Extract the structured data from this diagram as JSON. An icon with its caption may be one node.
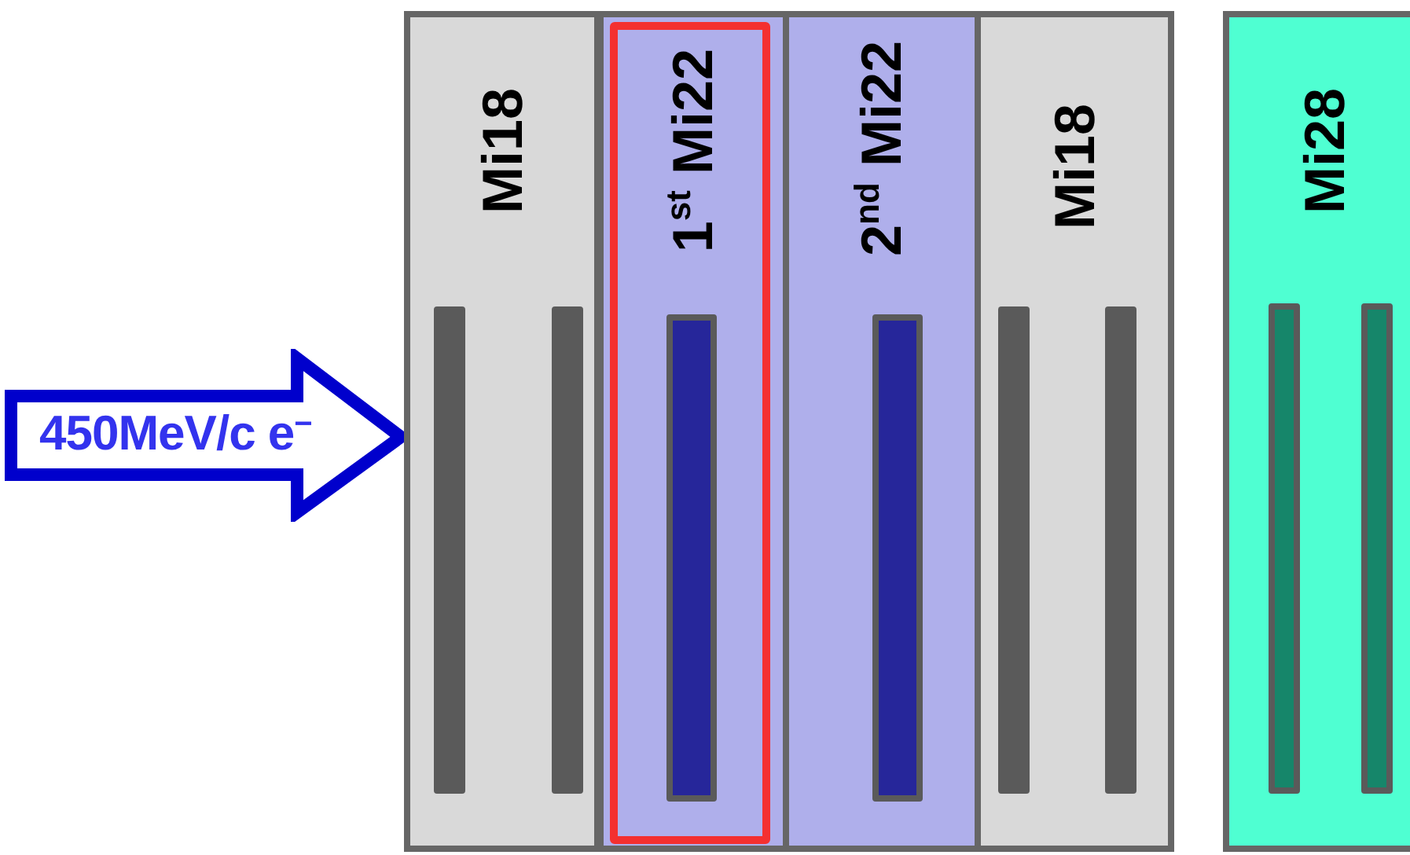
{
  "diagram": {
    "nodes": [
      {
        "text": [
          "450MeV/c e$^{−}$"
        ]
      },
      {
        "text": [
          "Mi18"
        ]
      },
      {
        "text": [
          "1$^{st}$ Mi22"
        ]
      },
      {
        "text": [
          "2$^{nd}$ Mi22"
        ]
      },
      {
        "text": [
          "Mi18"
        ]
      },
      {
        "text": [
          "Mi28"
        ]
      },
      {
        "text": [],
        "shape": "bar",
        "in": 1
      },
      {
        "text": [],
        "shape": "bar",
        "in": 1
      },
      {
        "text": [],
        "shape": "bar",
        "in": 2
      },
      {
        "text": [],
        "shape": "bar",
        "in": 3
      },
      {
        "text": [],
        "shape": "bar",
        "in": 4
      },
      {
        "text": [],
        "shape": "bar",
        "in": 4
      },
      {
        "text": [],
        "shape": "bar",
        "in": 5
      },
      {
        "text": [],
        "shape": "bar",
        "in": 5
      }
    ]
  }
}
